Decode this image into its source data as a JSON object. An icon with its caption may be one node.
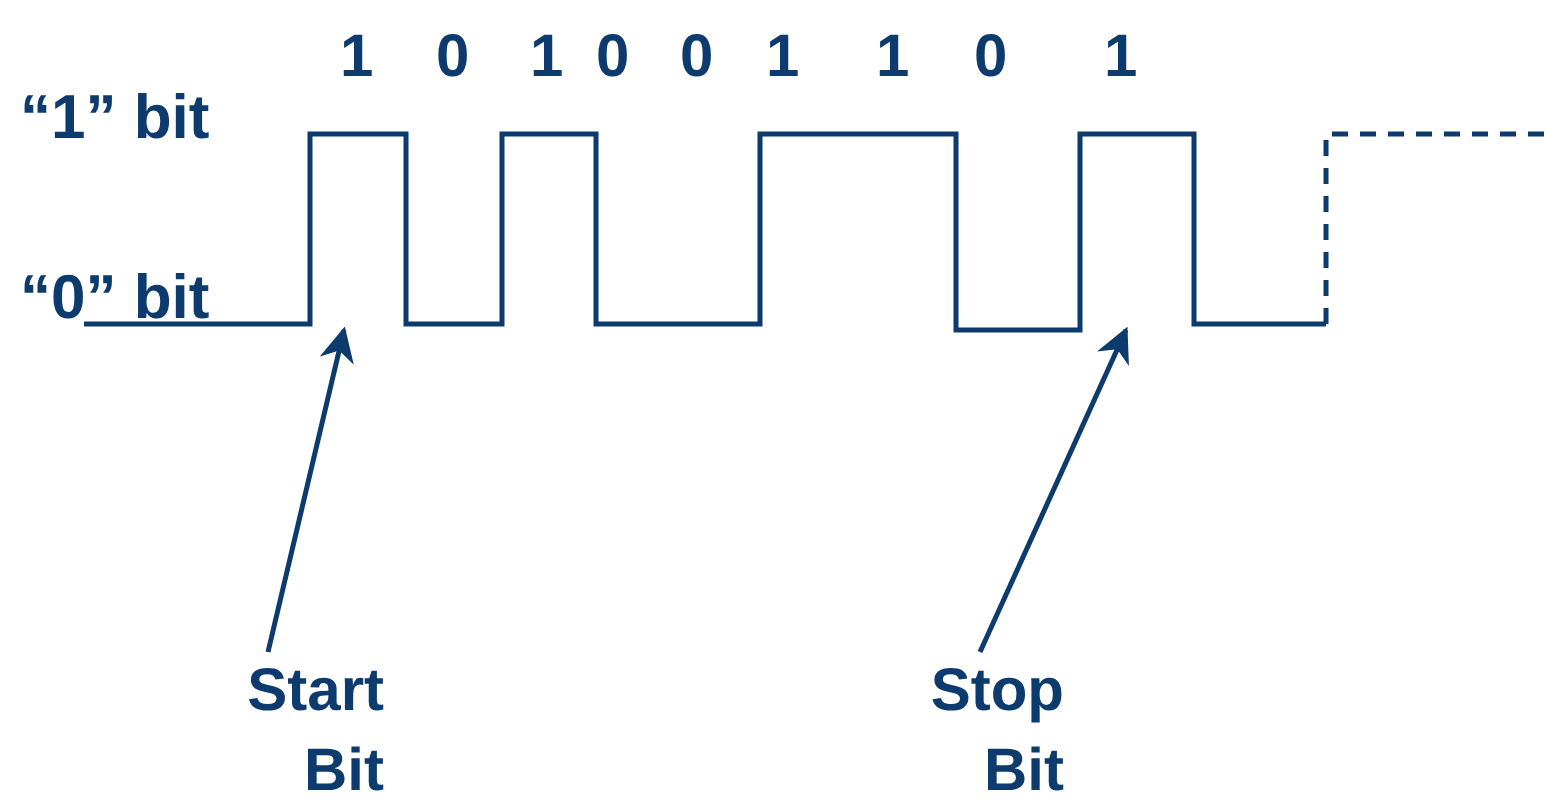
{
  "diagram": {
    "nodes": [
      {
        "text": [
          "Start Bit"
        ]
      },
      {
        "text": [
          "Stop Bit"
        ]
      }
    ],
    "edges": [
      {
        "from": 0,
        "to": null,
        "arrow": "to"
      },
      {
        "from": 1,
        "to": null,
        "arrow": "to"
      }
    ],
    "labels": [
      "“1” bit",
      "1",
      "0",
      "1",
      "0",
      "0",
      "1",
      "1",
      "0",
      "1",
      "“0” bit"
    ]
  }
}
